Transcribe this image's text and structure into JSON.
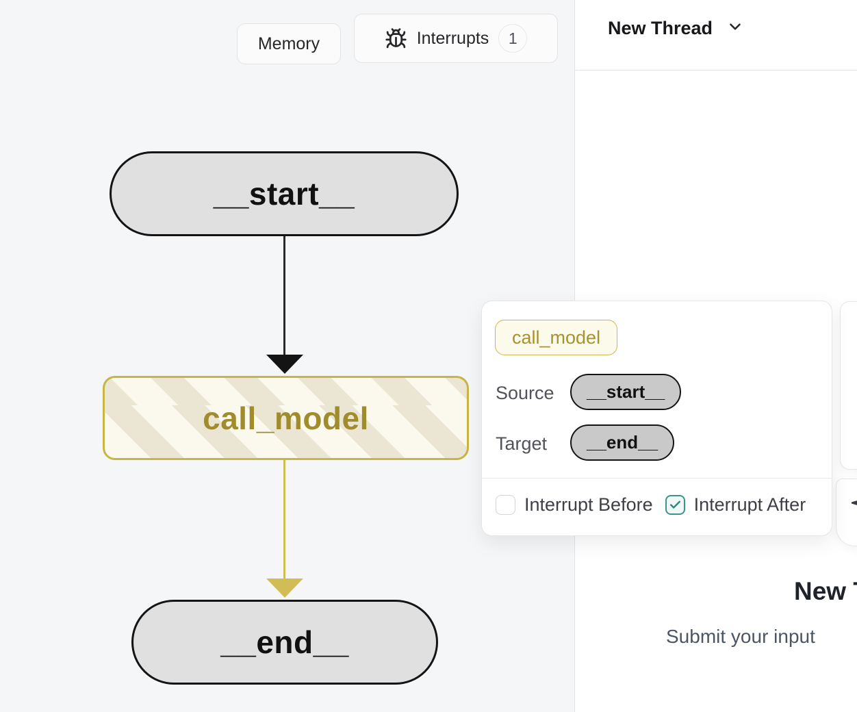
{
  "toolbar": {
    "memory": {
      "label": "Memory"
    },
    "interrupts": {
      "label": "Interrupts",
      "count": "1"
    }
  },
  "graph": {
    "nodes": [
      {
        "id": "start",
        "label": "__start__"
      },
      {
        "id": "call_model",
        "label": "call_model"
      },
      {
        "id": "end",
        "label": "__end__"
      }
    ],
    "edges": [
      {
        "from": "__start__",
        "to": "call_model",
        "color": "#141414"
      },
      {
        "from": "call_model",
        "to": "__end__",
        "color": "#d2bc55"
      }
    ]
  },
  "thread_header": {
    "title": "New Thread"
  },
  "empty_state": {
    "title": "New Thread",
    "subtitle": "Submit your input"
  },
  "popover": {
    "node_label": "call_model",
    "source_label": "Source",
    "source_value": "__start__",
    "target_label": "Target",
    "target_value": "__end__",
    "interrupt_before": {
      "label": "Interrupt Before",
      "checked": false
    },
    "interrupt_after": {
      "label": "Interrupt After",
      "checked": true
    }
  },
  "colors": {
    "accent_yellow_border": "#c8b544",
    "accent_yellow_text": "#a18c2d",
    "teal_checkbox": "#3a9488",
    "node_gray": "#e0e0e0",
    "canvas_bg": "#f5f6f8"
  }
}
